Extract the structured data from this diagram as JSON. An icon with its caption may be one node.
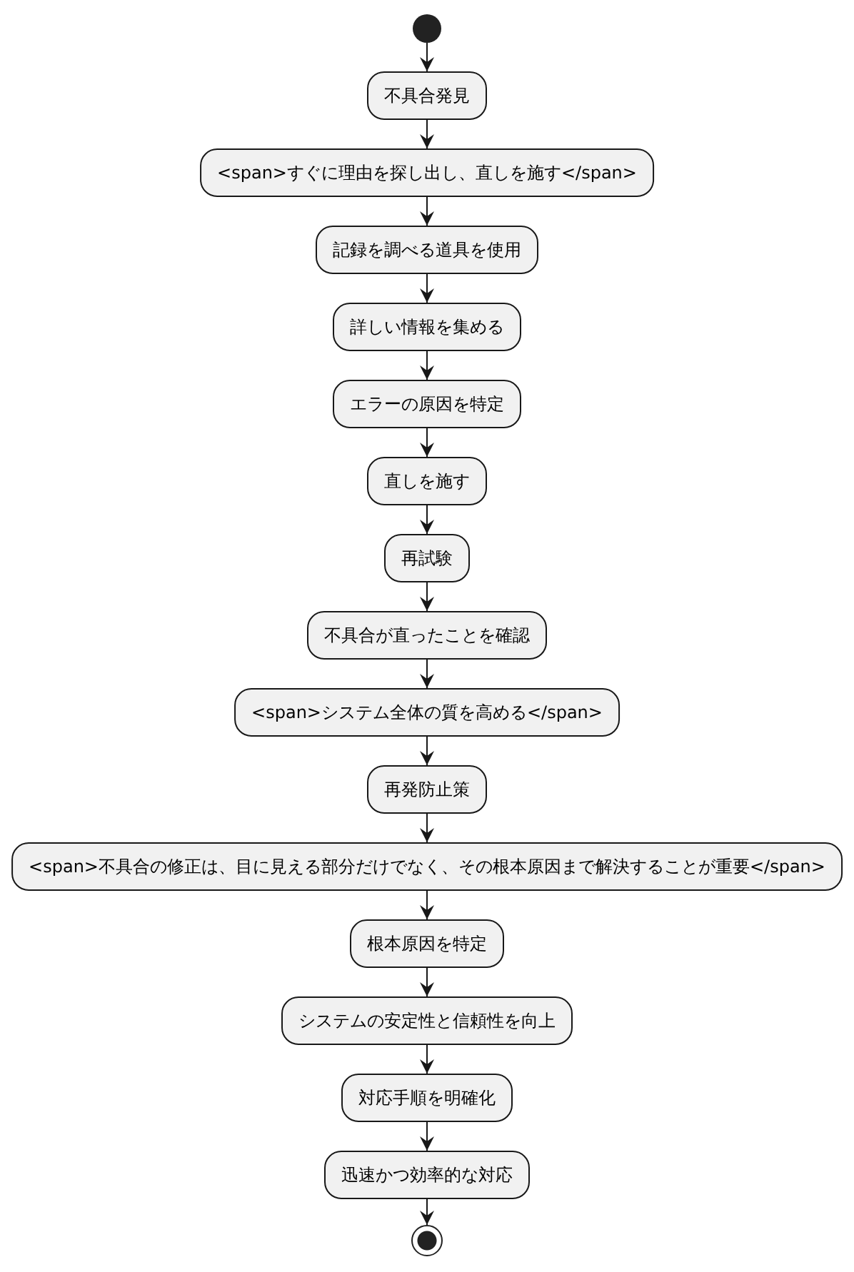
{
  "diagram": {
    "nodes": [
      {
        "text": [],
        "shape": "circle"
      },
      {
        "text": [
          "不具合発見"
        ]
      },
      {
        "text": [
          "<span>すぐに理由を探し出し、直しを施す</span>"
        ]
      },
      {
        "text": [
          "記録を調べる道具を使用"
        ]
      },
      {
        "text": [
          "詳しい情報を集める"
        ]
      },
      {
        "text": [
          "エラーの原因を特定"
        ]
      },
      {
        "text": [
          "直しを施す"
        ]
      },
      {
        "text": [
          "再試験"
        ]
      },
      {
        "text": [
          "不具合が直ったことを確認"
        ]
      },
      {
        "text": [
          "<span>システム全体の質を高める</span>"
        ]
      },
      {
        "text": [
          "再発防止策"
        ]
      },
      {
        "text": [
          "<span>不具合の修正は、目に見える部分だけでなく、その根本原因まで解決することが重要</span>"
        ]
      },
      {
        "text": [
          "根本原因を特定"
        ]
      },
      {
        "text": [
          "システムの安定性と信頼性を向上"
        ]
      },
      {
        "text": [
          "対応手順を明確化"
        ]
      },
      {
        "text": [
          "迅速かつ効率的な対応"
        ]
      },
      {
        "text": [],
        "shape": "bullseye"
      }
    ],
    "edges": [
      {
        "from": 0,
        "to": 1,
        "arrow": "to"
      },
      {
        "from": 1,
        "to": 2,
        "arrow": "to"
      },
      {
        "from": 2,
        "to": 3,
        "arrow": "to"
      },
      {
        "from": 3,
        "to": 4,
        "arrow": "to"
      },
      {
        "from": 4,
        "to": 5,
        "arrow": "to"
      },
      {
        "from": 5,
        "to": 6,
        "arrow": "to"
      },
      {
        "from": 6,
        "to": 7,
        "arrow": "to"
      },
      {
        "from": 7,
        "to": 8,
        "arrow": "to"
      },
      {
        "from": 8,
        "to": 9,
        "arrow": "to"
      },
      {
        "from": 9,
        "to": 10,
        "arrow": "to"
      },
      {
        "from": 10,
        "to": 11,
        "arrow": "to"
      },
      {
        "from": 11,
        "to": 12,
        "arrow": "to"
      },
      {
        "from": 12,
        "to": 13,
        "arrow": "to"
      },
      {
        "from": 13,
        "to": 14,
        "arrow": "to"
      },
      {
        "from": 14,
        "to": 15,
        "arrow": "to"
      },
      {
        "from": 15,
        "to": 16,
        "arrow": "to"
      }
    ]
  }
}
